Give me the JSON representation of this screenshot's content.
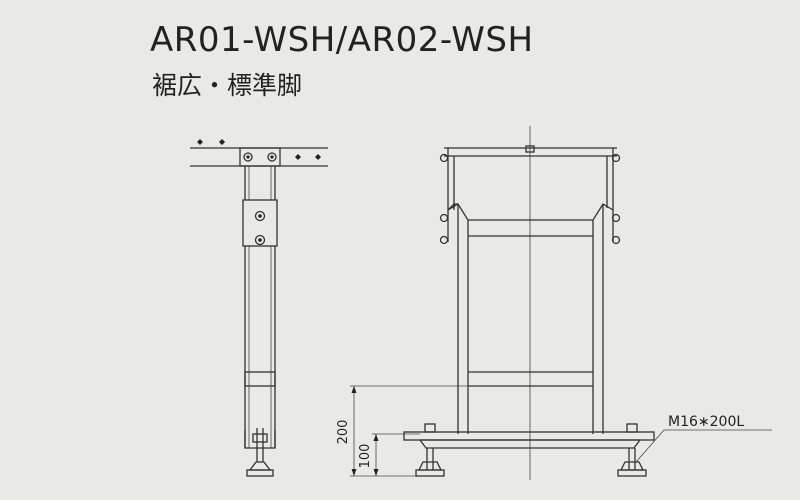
{
  "title": "AR01-WSH/AR02-WSH",
  "subtitle": "裾広・標準脚",
  "dimensions": {
    "height_200": "200",
    "height_100": "100"
  },
  "callout": {
    "bolt": "M16∗200L"
  }
}
